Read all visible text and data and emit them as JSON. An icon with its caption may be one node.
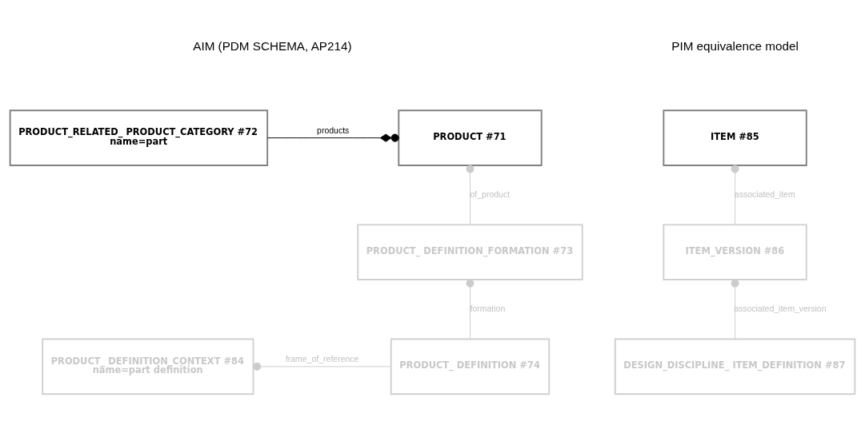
{
  "diagram": {
    "nodes": [
      {
        "text": [
          "PRODUCT_RELATED_ PRODUCT_CATEGORY #72",
          "name=part"
        ]
      },
      {
        "text": [
          "PRODUCT #71"
        ]
      },
      {
        "text": [
          "ITEM #85"
        ]
      },
      {
        "text": [
          "PRODUCT_ DEFINITION_FORMATION #73"
        ]
      },
      {
        "text": [
          "ITEM_VERSION #86"
        ]
      },
      {
        "text": [
          "PRODUCT_ DEFINITION_CONTEXT #84",
          "name=part definition"
        ]
      },
      {
        "text": [
          "PRODUCT_ DEFINITION #74"
        ]
      },
      {
        "text": [
          "DESIGN_DISCIPLINE_ ITEM_DEFINITION #87"
        ]
      }
    ],
    "edges": [
      {
        "from": 0,
        "to": 1,
        "arrow": "other",
        "label": "products",
        "color": "#000000"
      },
      {
        "from": 1,
        "to": 3,
        "arrow": "other",
        "label": "of_product"
      },
      {
        "from": 3,
        "to": 6,
        "arrow": "other",
        "label": "formation"
      },
      {
        "from": 5,
        "to": 6,
        "arrow": "other",
        "label": "frame_of_reference"
      },
      {
        "from": 2,
        "to": 4,
        "arrow": "other",
        "label": "associated_item"
      },
      {
        "from": 4,
        "to": 7,
        "arrow": "other",
        "label": "associated_item_version"
      }
    ],
    "labels": [
      "AIM (PDM SCHEMA, AP214)",
      "PIM equivalence model"
    ]
  }
}
